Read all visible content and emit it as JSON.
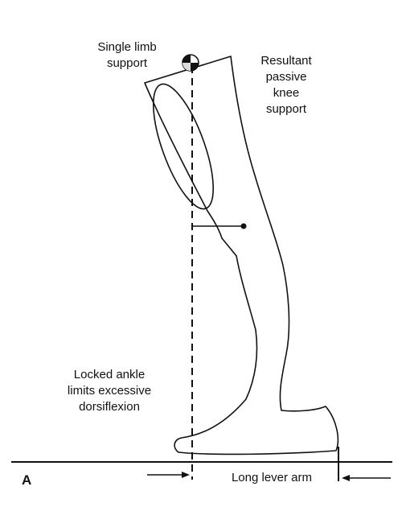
{
  "figure": {
    "panel_label": "A",
    "labels": {
      "single_limb_support": [
        "Single limb",
        "support"
      ],
      "knee_support": [
        "Resultant",
        "passive",
        "knee",
        "support"
      ],
      "ankle_note": [
        "Locked ankle",
        "limits excessive",
        "dorsiflexion"
      ],
      "lever_arm": "Long lever arm"
    },
    "colors": {
      "ink": "#111111",
      "background": "#ffffff",
      "marker_fill": "#dddddd"
    }
  }
}
